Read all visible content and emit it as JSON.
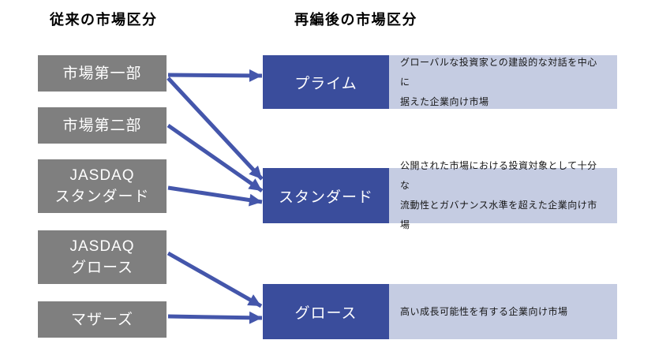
{
  "diagram": {
    "left_header": "従来の市場区分",
    "right_header": "再編後の市場区分",
    "old_segments": [
      {
        "id": "first-section",
        "label": "市場第一部"
      },
      {
        "id": "second-section",
        "label": "市場第二部"
      },
      {
        "id": "jasdaq-standard",
        "label": "JASDAQ\nスタンダード"
      },
      {
        "id": "jasdaq-growth",
        "label": "JASDAQ\nグロース"
      },
      {
        "id": "mothers",
        "label": "マザーズ"
      }
    ],
    "new_segments": [
      {
        "id": "prime",
        "label": "プライム",
        "description": "グローバルな投資家との建設的な対話を中心に\n据えた企業向け市場"
      },
      {
        "id": "standard",
        "label": "スタンダード",
        "description": "公開された市場における投資対象として十分な\n流動性とガバナンス水準を超えた企業向け市場"
      },
      {
        "id": "growth",
        "label": "グロース",
        "description": "高い成長可能性を有する企業向け市場"
      }
    ],
    "connections": [
      {
        "from": "市場第一部",
        "to": "プライム",
        "points": [
          213,
          95,
          332,
          96
        ]
      },
      {
        "from": "市場第一部",
        "to": "スタンダード",
        "points": [
          213,
          99,
          332,
          227
        ]
      },
      {
        "from": "市場第二部",
        "to": "スタンダード",
        "points": [
          213,
          159,
          332,
          242
        ]
      },
      {
        "from": "JASDAQスタンダード",
        "to": "スタンダード",
        "points": [
          213,
          238,
          332,
          256
        ]
      },
      {
        "from": "JASDAQグロース",
        "to": "グロース",
        "points": [
          213,
          321,
          331,
          388
        ]
      },
      {
        "from": "マザーズ",
        "to": "グロース",
        "points": [
          213,
          401,
          332,
          403
        ]
      }
    ],
    "colors": {
      "old_box": "#7F7F7F",
      "new_box": "#3A4D9C",
      "description_panel": "#C5CCE2",
      "arrow": "#4456AB",
      "box_text": "#FFFFFF",
      "heading_text": "#000000"
    }
  }
}
